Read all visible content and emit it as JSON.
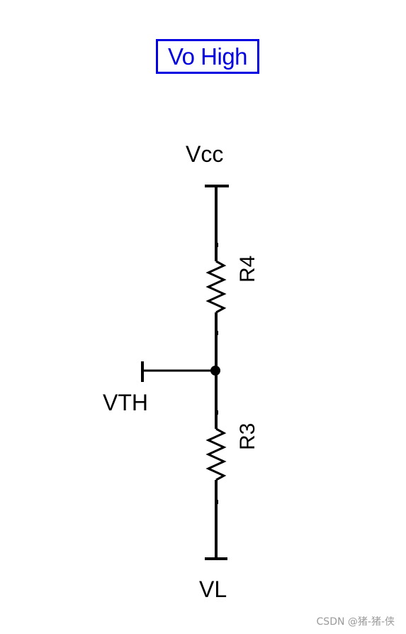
{
  "title": "Vo High",
  "colors": {
    "title": "#0000e0",
    "wire": "#000000",
    "watermark": "#9a9a9a"
  },
  "nodes": {
    "top": "Vcc",
    "bottom": "VL",
    "tap": "VTH"
  },
  "components": [
    {
      "ref": "R4",
      "type": "resistor"
    },
    {
      "ref": "R3",
      "type": "resistor"
    }
  ],
  "watermark": "CSDN @猪-猪-侠"
}
